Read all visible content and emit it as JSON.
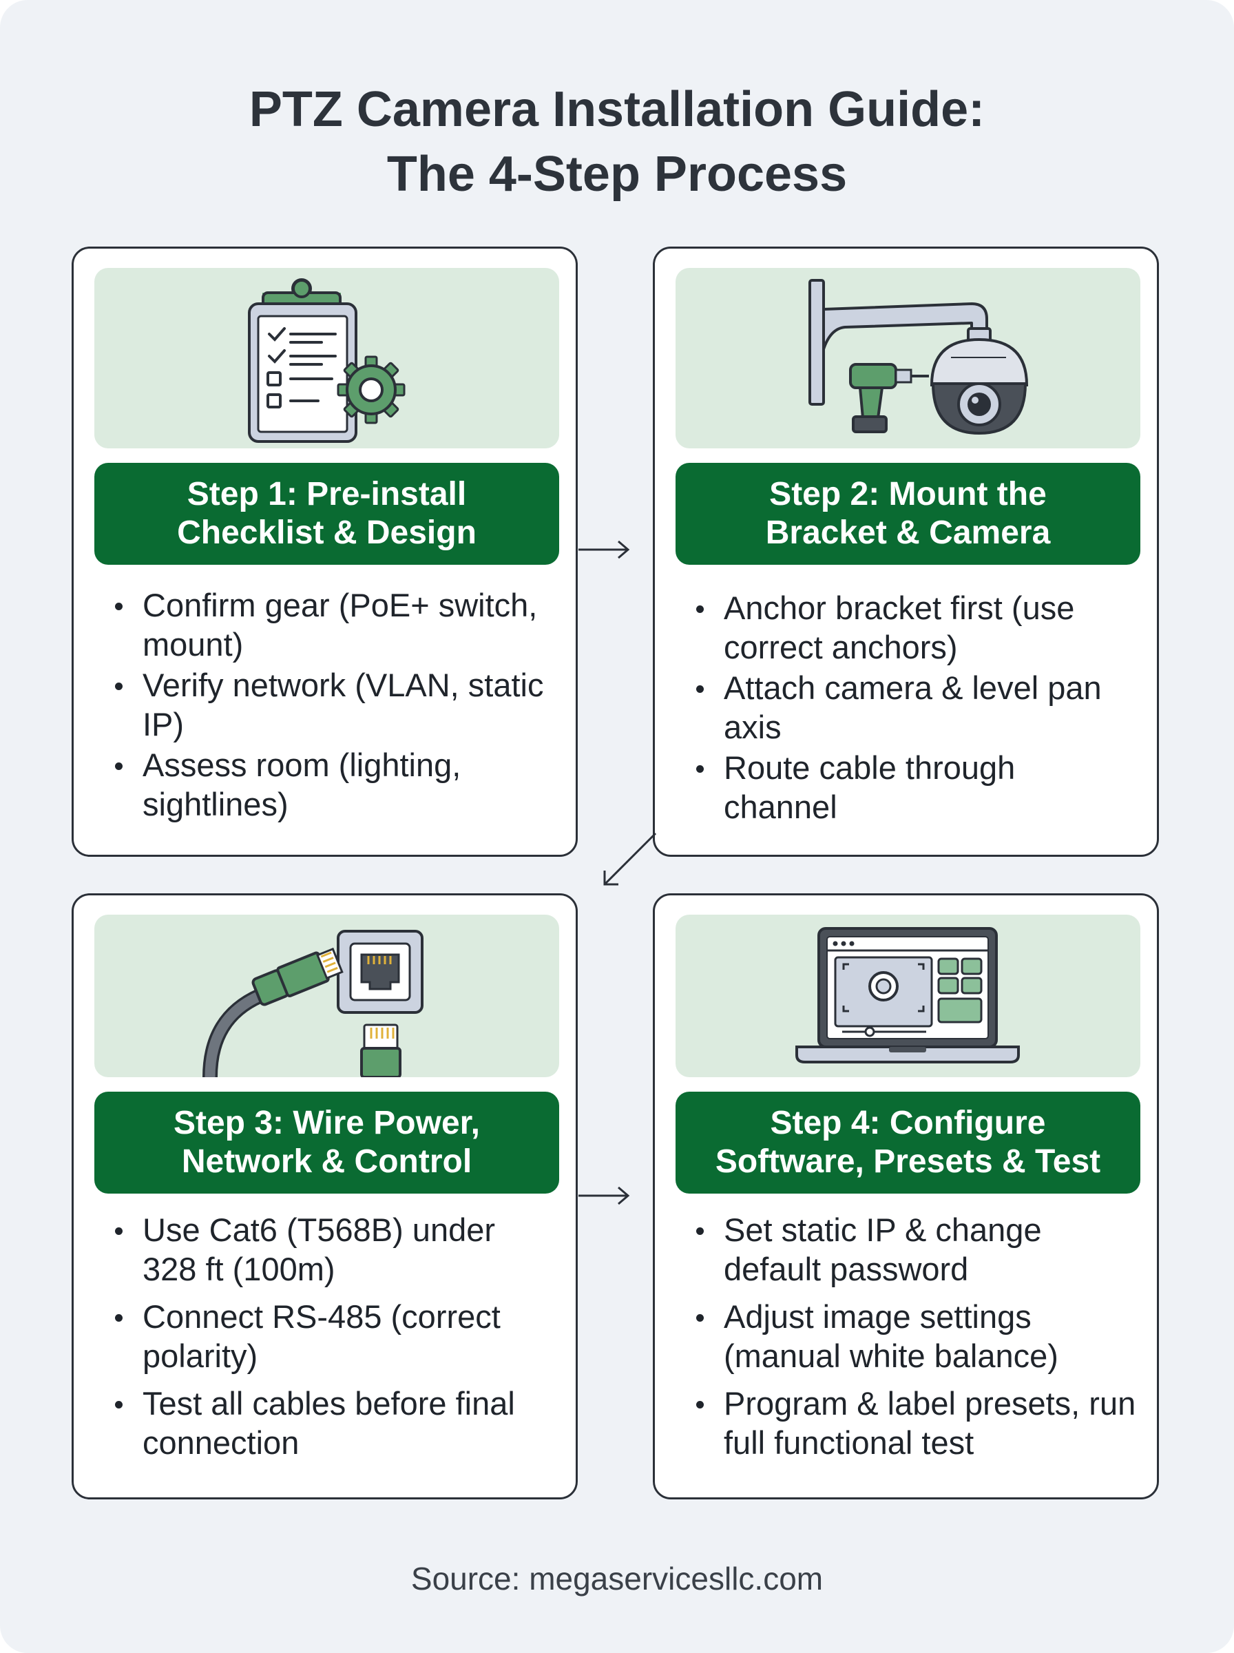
{
  "title": {
    "line1": "PTZ Camera Installation Guide:",
    "line2": "The 4-Step Process"
  },
  "steps": [
    {
      "heading": "Step 1: Pre-install\nChecklist & Design",
      "icon": "clipboard-gear-icon",
      "bullets": [
        "Confirm gear (PoE+ switch, mount)",
        "Verify network (VLAN, static IP)",
        "Assess room (lighting, sightlines)"
      ]
    },
    {
      "heading": "Step 2: Mount the\nBracket & Camera",
      "icon": "drill-bracket-camera-icon",
      "bullets": [
        "Anchor bracket first (use correct anchors)",
        "Attach camera & level pan axis",
        "Route cable through channel"
      ]
    },
    {
      "heading": "Step 3: Wire Power,\nNetwork & Control",
      "icon": "ethernet-cable-icon",
      "bullets": [
        "Use Cat6 (T568B) under 328 ft (100m)",
        "Connect RS-485 (correct polarity)",
        "Test all cables before final connection"
      ]
    },
    {
      "heading": "Step 4: Configure\nSoftware, Presets & Test",
      "icon": "laptop-camera-software-icon",
      "bullets": [
        "Set static IP & change default password",
        "Adjust image settings (manual white balance)",
        "Program & label presets, run full functional test"
      ]
    }
  ],
  "source": "Source: megaservicesllc.com",
  "colors": {
    "background": "#eff2f6",
    "banner": "#0a6b32",
    "illustration_bg": "#dcebdf",
    "accent_green": "#5d9e6c",
    "outline": "#2b3038"
  }
}
